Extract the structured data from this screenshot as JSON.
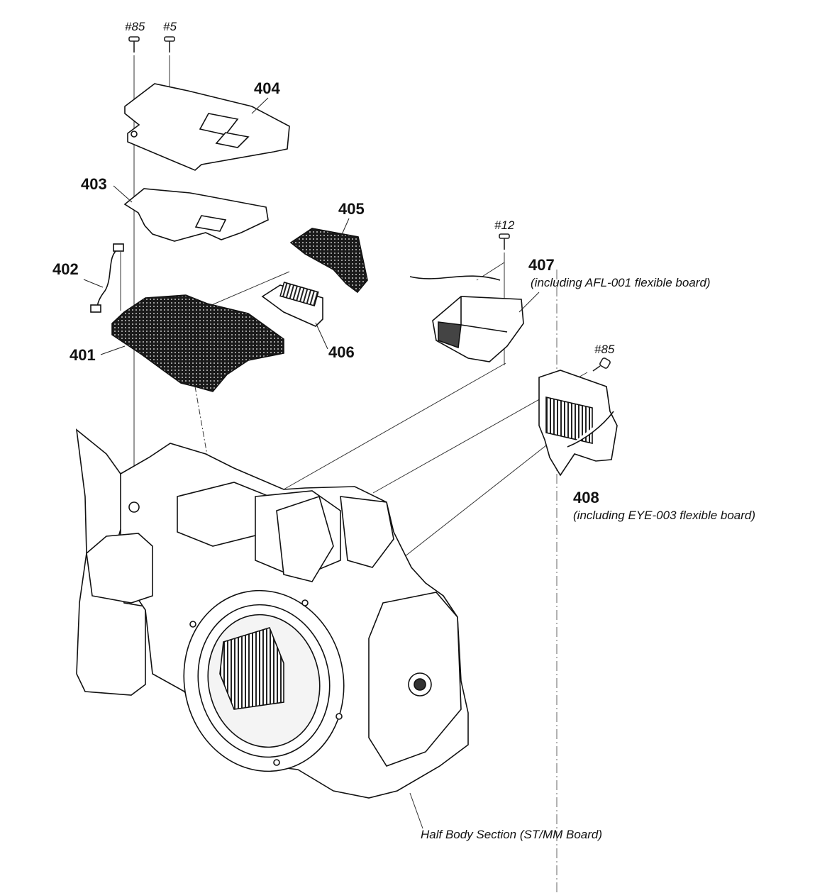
{
  "diagram": {
    "screws": {
      "s85_top": "#85",
      "s5": "#5",
      "s12": "#12",
      "s85_right": "#85"
    },
    "parts": {
      "p401": "401",
      "p402": "402",
      "p403": "403",
      "p404": "404",
      "p405": "405",
      "p406": "406",
      "p407": "407",
      "p408": "408"
    },
    "notes": {
      "n407": "(including AFL-001 flexible board)",
      "n408": "(including EYE-003 flexible board)",
      "body": "Half Body Section (ST/MM Board)"
    }
  }
}
